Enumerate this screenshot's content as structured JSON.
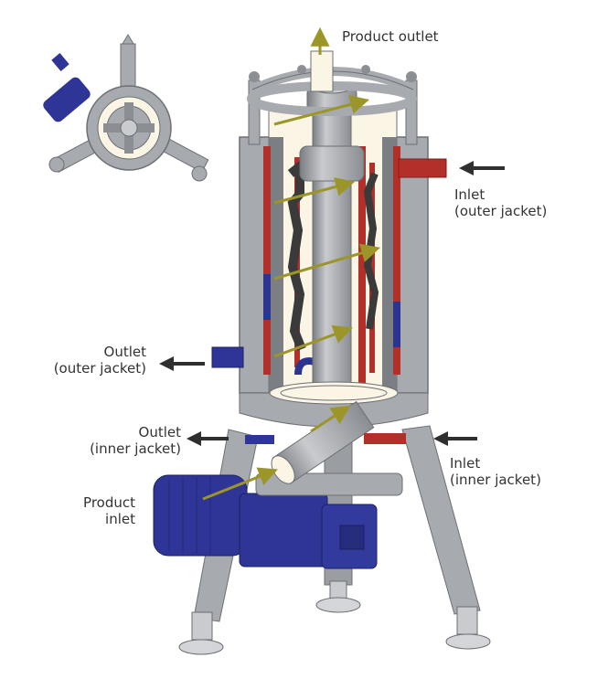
{
  "labels": {
    "product_outlet": "Product outlet",
    "inlet_outer": [
      "Inlet",
      "(outer jacket)"
    ],
    "outlet_outer": [
      "Outlet",
      "(outer jacket)"
    ],
    "outlet_inner": [
      "Outlet",
      "(inner jacket)"
    ],
    "inlet_inner": [
      "Inlet",
      "(inner jacket)"
    ],
    "product_inlet": [
      "Product",
      "inlet"
    ]
  },
  "colors": {
    "steel": "#a7aaae",
    "steel_dark": "#6c6f74",
    "steel_light": "#d3d5d8",
    "hot": "#b3302a",
    "cold": "#2b3590",
    "motor": "#2f3596",
    "interior": "#fbf5e6",
    "flow_arrow": "#9c9528",
    "label_arrow": "#2f2f2f"
  }
}
